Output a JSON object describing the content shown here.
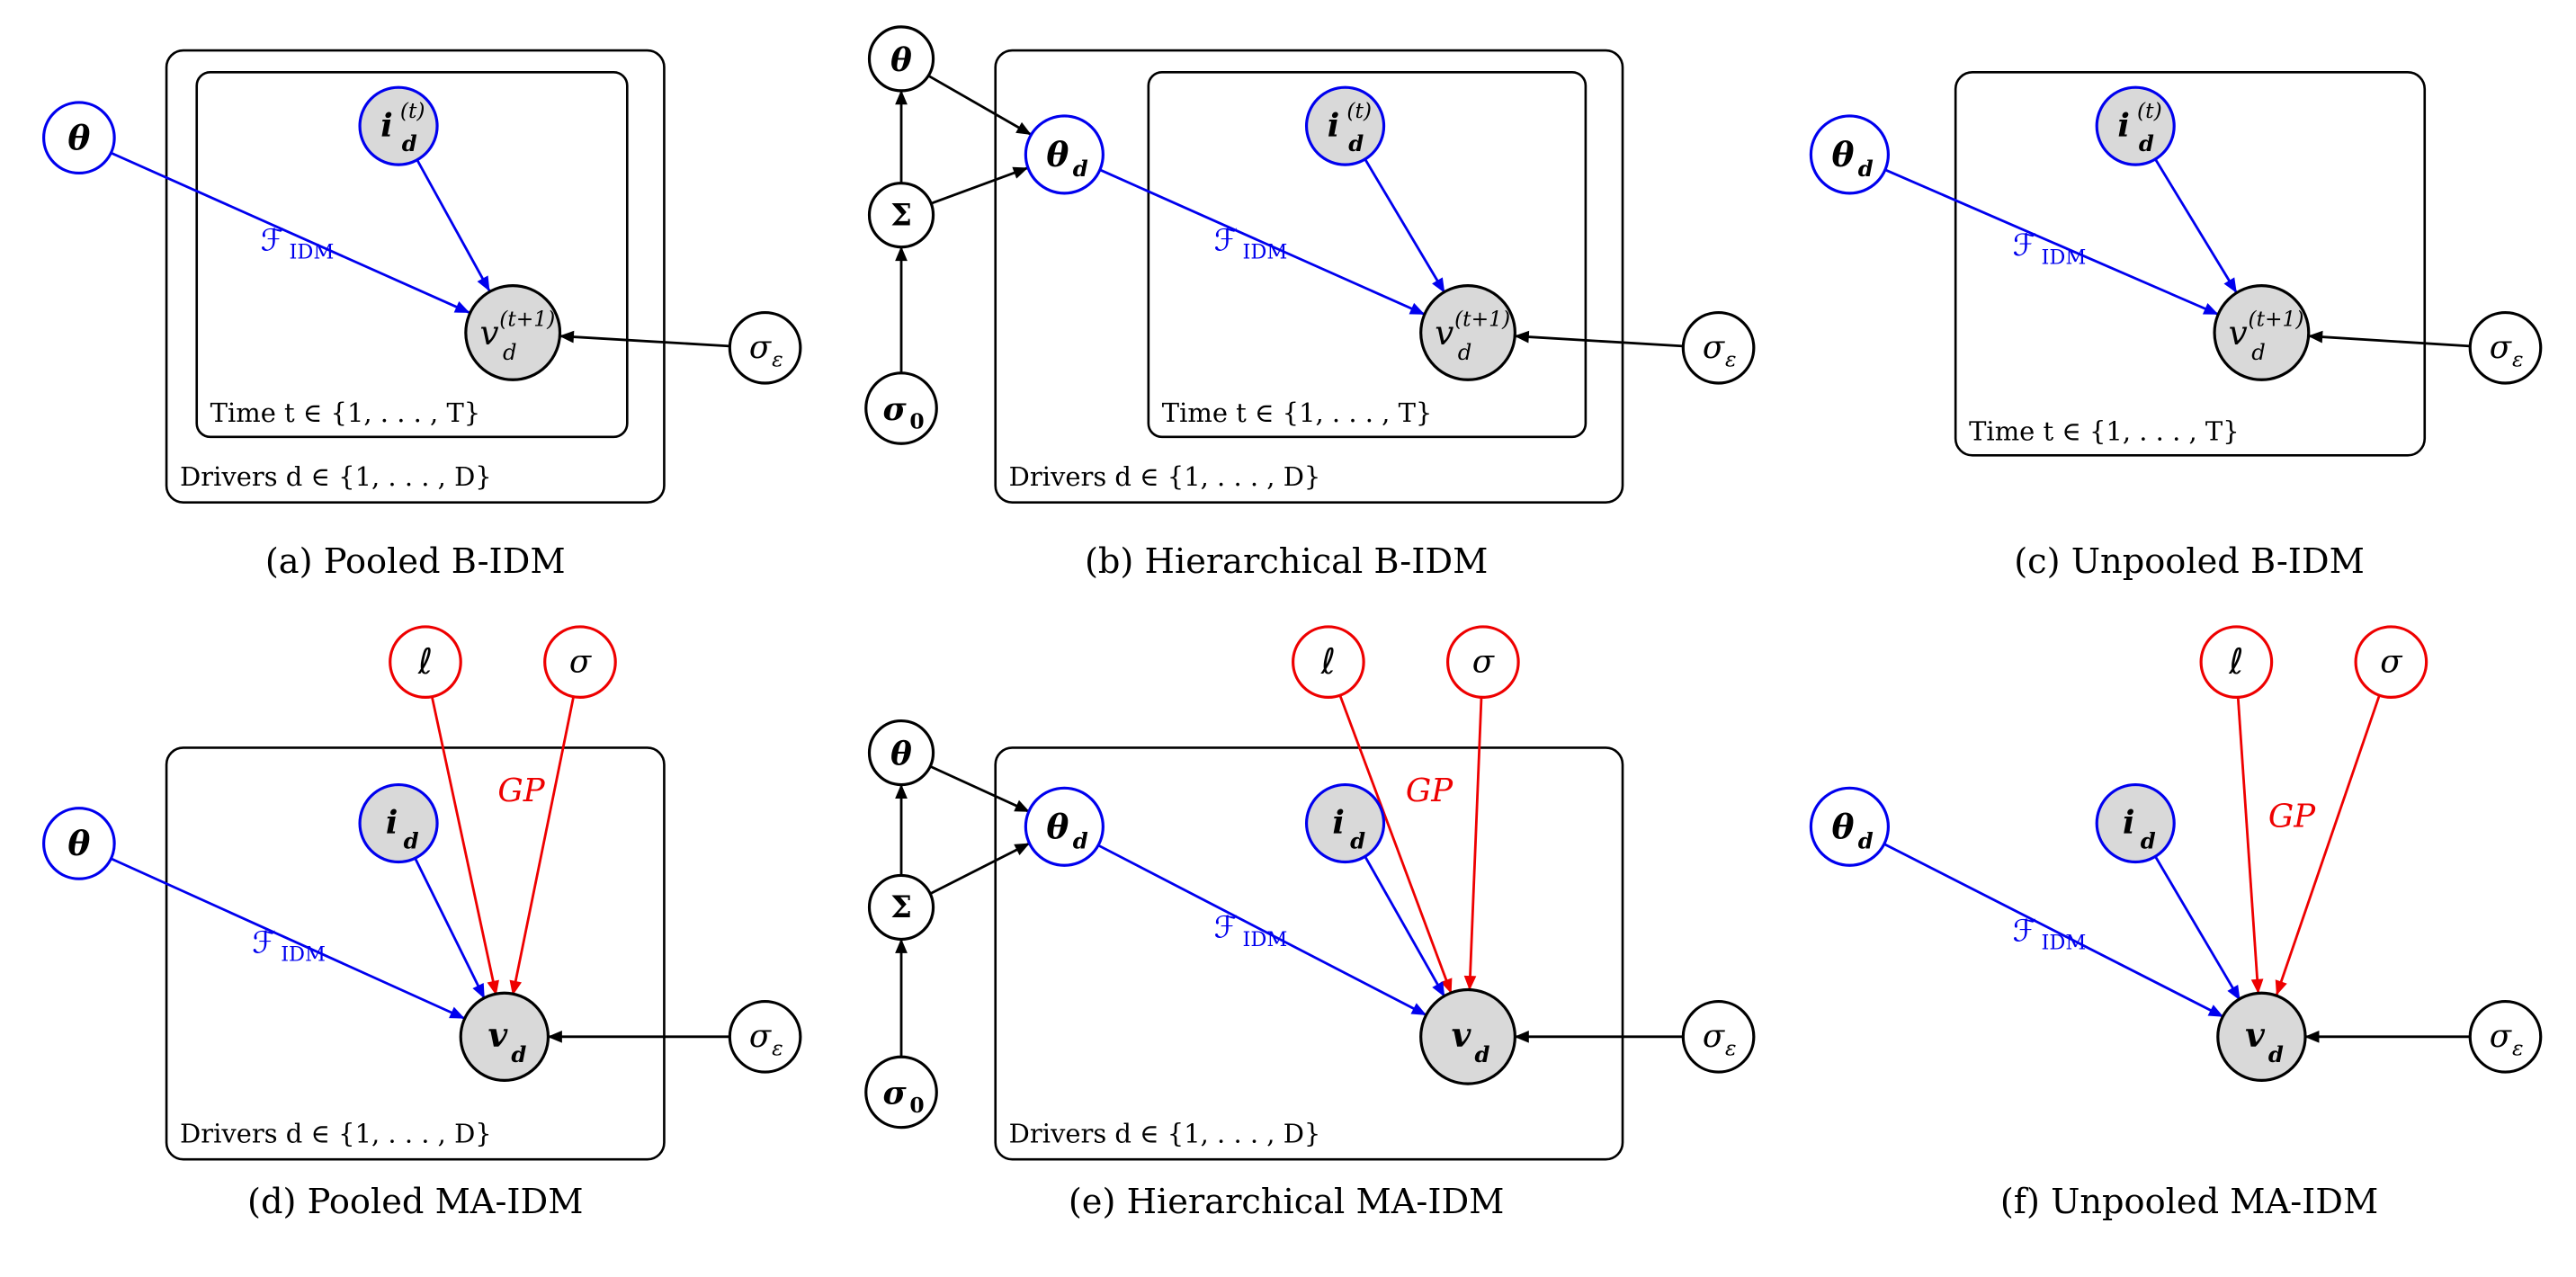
{
  "figure": {
    "background": "#ffffff",
    "colors": {
      "blue": "#0000ee",
      "red": "#ee0000",
      "black": "#000000",
      "observed_node_fill": "#d9d9d9",
      "latent_node_fill": "#ffffff"
    }
  },
  "panels": {
    "a": {
      "caption": "(a) Pooled B-IDM",
      "plates": {
        "time": "Time t ∈ {1, . . . , T}",
        "drivers": "Drivers d ∈ {1, . . . , D}"
      },
      "nodes": {
        "theta": {
          "base": "θ"
        },
        "i": {
          "base": "i",
          "sub": "d",
          "sup": "(t)"
        },
        "v": {
          "base": "v",
          "sub": "d",
          "sup": "(t+1)"
        },
        "sigma_eps": {
          "base": "σ",
          "sub": "ε"
        }
      },
      "edges": {
        "fidm": {
          "base": "ℱ",
          "sub": "IDM"
        }
      }
    },
    "b": {
      "caption": "(b) Hierarchical B-IDM",
      "plates": {
        "time": "Time t ∈ {1, . . . , T}",
        "drivers": "Drivers d ∈ {1, . . . , D}"
      },
      "nodes": {
        "theta_hyper": {
          "base": "θ"
        },
        "sigma_mat": {
          "base": "Σ"
        },
        "sigma_zero": {
          "base": "σ",
          "sub": "0"
        },
        "theta_d": {
          "base": "θ",
          "sub": "d"
        },
        "i": {
          "base": "i",
          "sub": "d",
          "sup": "(t)"
        },
        "v": {
          "base": "v",
          "sub": "d",
          "sup": "(t+1)"
        },
        "sigma_eps": {
          "base": "σ",
          "sub": "ε"
        }
      },
      "edges": {
        "fidm": {
          "base": "ℱ",
          "sub": "IDM"
        }
      }
    },
    "c": {
      "caption": "(c) Unpooled B-IDM",
      "plates": {
        "time": "Time t ∈ {1, . . . , T}"
      },
      "nodes": {
        "theta_d": {
          "base": "θ",
          "sub": "d"
        },
        "i": {
          "base": "i",
          "sub": "d",
          "sup": "(t)"
        },
        "v": {
          "base": "v",
          "sub": "d",
          "sup": "(t+1)"
        },
        "sigma_eps": {
          "base": "σ",
          "sub": "ε"
        }
      },
      "edges": {
        "fidm": {
          "base": "ℱ",
          "sub": "IDM"
        }
      }
    },
    "d": {
      "caption": "(d) Pooled MA-IDM",
      "plates": {
        "drivers": "Drivers d ∈ {1, . . . , D}"
      },
      "nodes": {
        "ell": {
          "base": "ℓ"
        },
        "sigma_gp": {
          "base": "σ"
        },
        "theta": {
          "base": "θ"
        },
        "i": {
          "base": "i",
          "sub": "d"
        },
        "v": {
          "base": "v",
          "sub": "d"
        },
        "sigma_eps": {
          "base": "σ",
          "sub": "ε"
        }
      },
      "edges": {
        "fidm": {
          "base": "ℱ",
          "sub": "IDM"
        },
        "gp": "GP"
      }
    },
    "e": {
      "caption": "(e) Hierarchical MA-IDM",
      "plates": {
        "drivers": "Drivers d ∈ {1, . . . , D}"
      },
      "nodes": {
        "theta_hyper": {
          "base": "θ"
        },
        "sigma_mat": {
          "base": "Σ"
        },
        "sigma_zero": {
          "base": "σ",
          "sub": "0"
        },
        "theta_d": {
          "base": "θ",
          "sub": "d"
        },
        "ell": {
          "base": "ℓ"
        },
        "sigma_gp": {
          "base": "σ"
        },
        "i": {
          "base": "i",
          "sub": "d"
        },
        "v": {
          "base": "v",
          "sub": "d"
        },
        "sigma_eps": {
          "base": "σ",
          "sub": "ε"
        }
      },
      "edges": {
        "fidm": {
          "base": "ℱ",
          "sub": "IDM"
        },
        "gp": "GP"
      }
    },
    "f": {
      "caption": "(f) Unpooled MA-IDM",
      "nodes": {
        "theta_d": {
          "base": "θ",
          "sub": "d"
        },
        "ell": {
          "base": "ℓ"
        },
        "sigma_gp": {
          "base": "σ"
        },
        "i": {
          "base": "i",
          "sub": "d"
        },
        "v": {
          "base": "v",
          "sub": "d"
        },
        "sigma_eps": {
          "base": "σ",
          "sub": "ε"
        }
      },
      "edges": {
        "fidm": {
          "base": "ℱ",
          "sub": "IDM"
        },
        "gp": "GP"
      }
    }
  }
}
